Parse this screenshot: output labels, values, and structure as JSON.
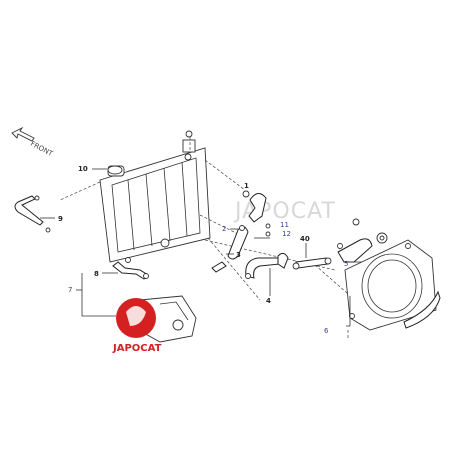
{
  "front_label": "FRONT",
  "watermark": "JAPOCAT",
  "logo_text": "JAPOCAT",
  "callouts": [
    "10",
    "9",
    "8",
    "7",
    "1",
    "2",
    "11",
    "12",
    "3",
    "4",
    "40",
    "5",
    "6"
  ],
  "colors": {
    "logo_red": "#d42020",
    "callout_blue": "#3a3f9a"
  }
}
